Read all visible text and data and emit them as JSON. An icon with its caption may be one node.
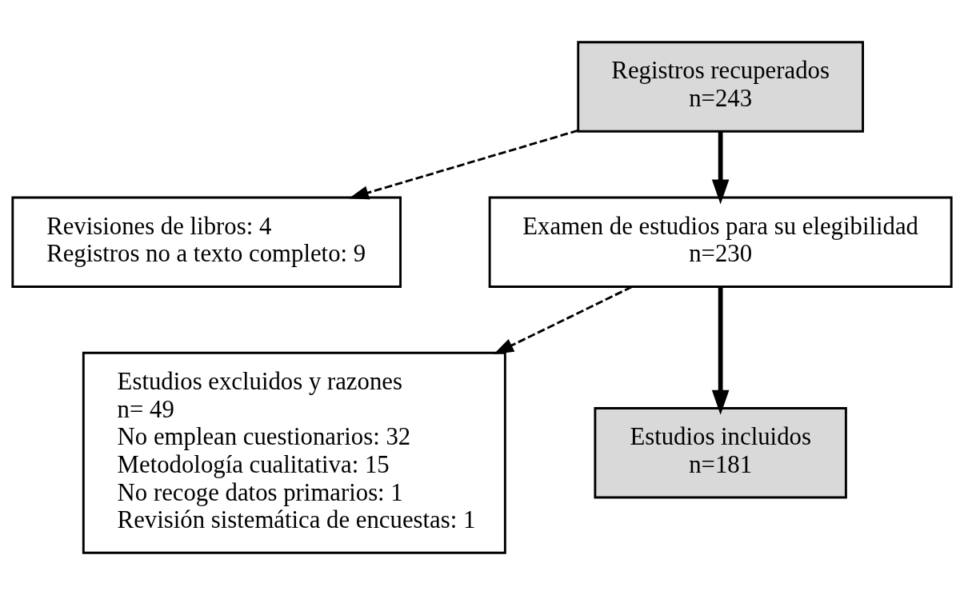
{
  "diagram": {
    "nodes": [
      {
        "text": [
          "Registros recuperados",
          "n=243"
        ]
      },
      {
        "text": [
          "Revisiones de libros: 4",
          "Registros no a texto completo: 9"
        ]
      },
      {
        "text": [
          "Examen de estudios para su elegibilidad",
          "n=230"
        ]
      },
      {
        "text": [
          "Estudios excluidos y razones",
          "n= 49",
          "No emplean cuestionarios: 32",
          "Metodología cualitativa: 15",
          "No recoge datos primarios: 1",
          "Revisión sistemática de encuestas: 1"
        ]
      },
      {
        "text": [
          "Estudios incluidos",
          "n=181"
        ]
      }
    ],
    "edges": [
      {
        "from": 0,
        "to": 2,
        "arrow": "to",
        "style": "thick"
      },
      {
        "from": 0,
        "to": 1,
        "arrow": "to",
        "style": "dashed"
      },
      {
        "from": 2,
        "to": 4,
        "arrow": "to",
        "style": "thick"
      },
      {
        "from": 2,
        "to": 3,
        "arrow": "to",
        "style": "dashed"
      }
    ]
  }
}
